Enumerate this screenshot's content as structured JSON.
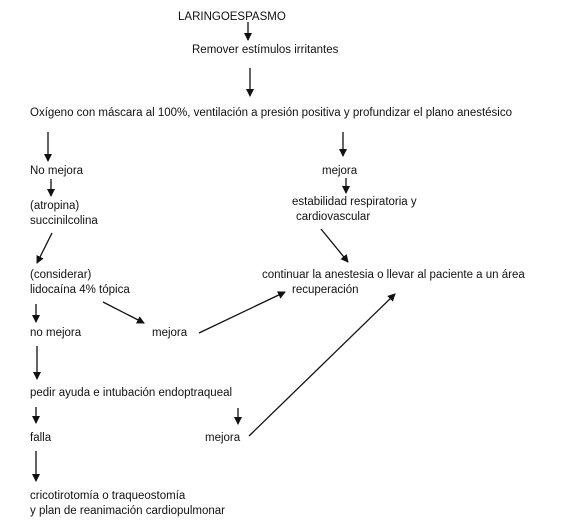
{
  "title": "LARINGOESPASMO",
  "nodes": {
    "remove_stimuli": "Remover estímulos irritantes",
    "oxygen": "Oxígeno con máscara al 100%, ventilación a presión positiva y profundizar el plano anestésico",
    "no_improve_1": "No mejora",
    "improves_1": "mejora",
    "atropine": "(atropina)",
    "succinylcholine": "succinilcolina",
    "stability_line1": "estabilidad respiratoria y",
    "stability_line2": "cardiovascular",
    "consider": "(considerar)",
    "lidocaine": "lidocaína 4% tópica",
    "continue_line1": "continuar la anestesia o llevar al paciente a un área",
    "continue_line2": "recuperación",
    "no_improve_2": "no mejora",
    "improves_2": "mejora",
    "ask_help": "pedir ayuda e intubación endoptraqueal",
    "fails": "falla",
    "improves_3": "mejora",
    "crico_line1": "cricotirotomía o traqueostomía",
    "crico_line2": "y plan de reanimación cardiopulmonar"
  }
}
